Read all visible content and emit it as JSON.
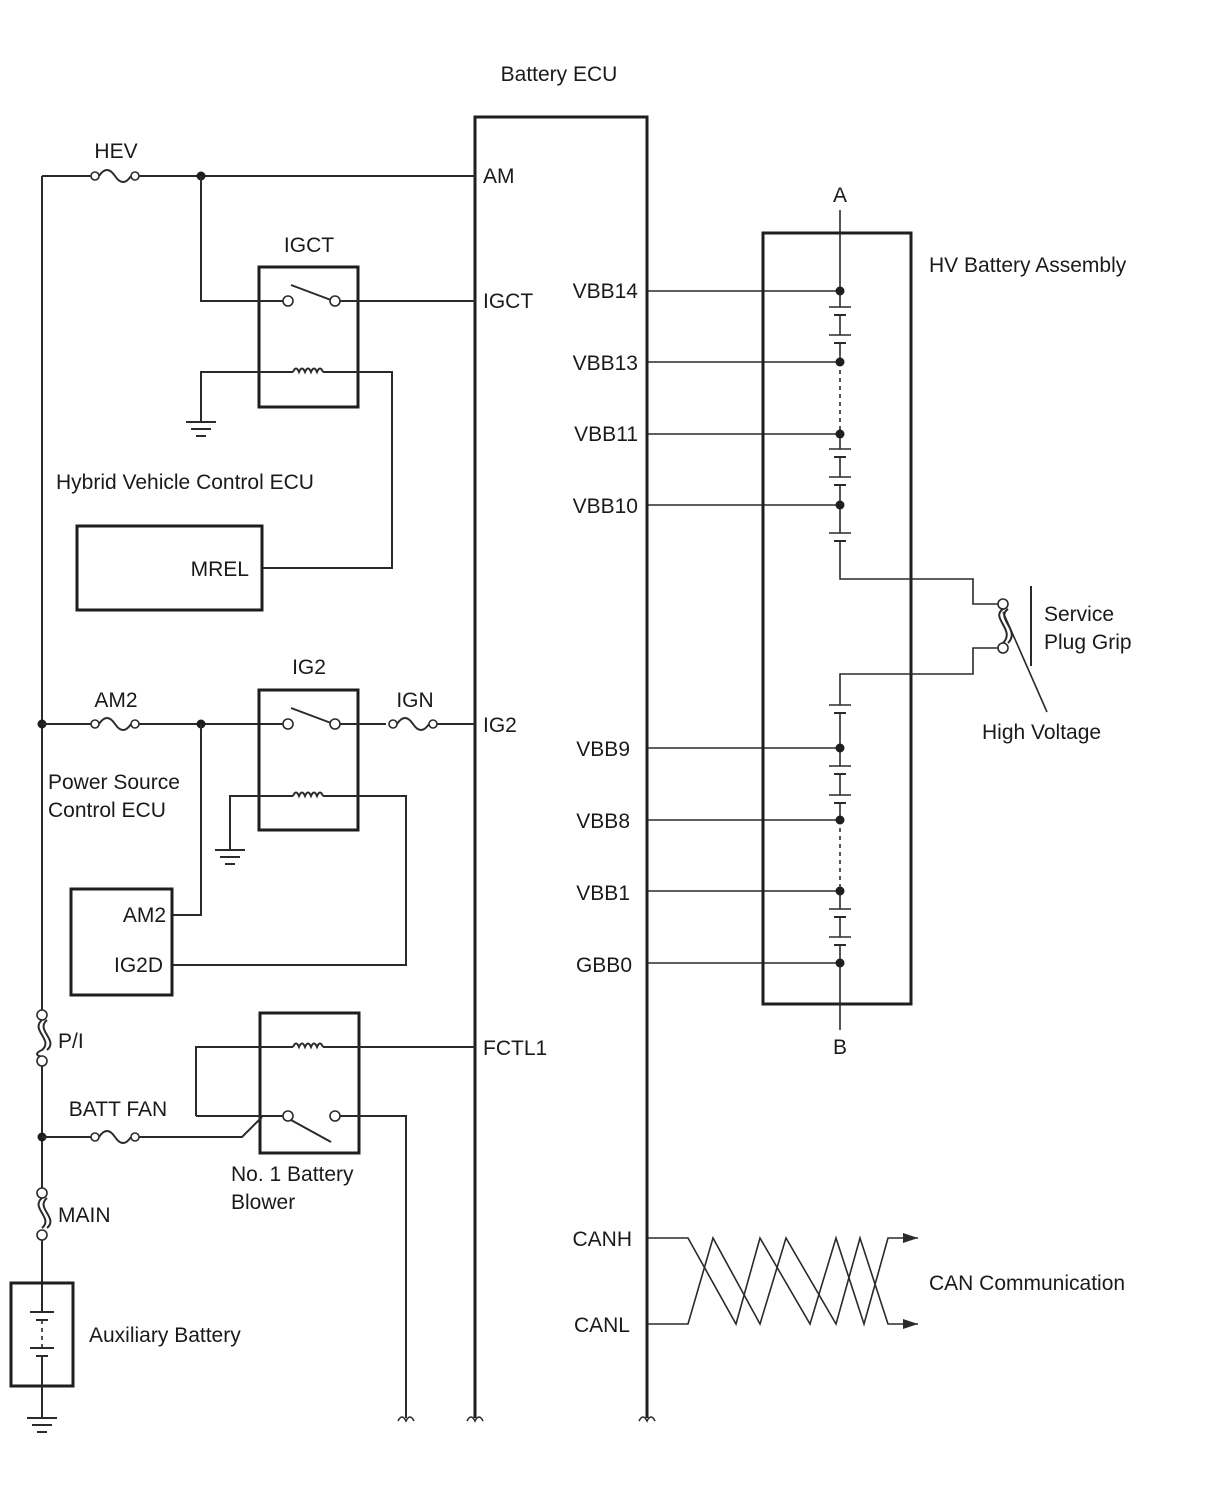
{
  "labels": {
    "battery_ecu": "Battery ECU",
    "hev": "HEV",
    "am": "AM",
    "igct_relay": "IGCT",
    "igct_pin": "IGCT",
    "hybrid_ecu": "Hybrid Vehicle Control ECU",
    "mrel": "MREL",
    "am2_fuse": "AM2",
    "ig2_relay": "IG2",
    "ign": "IGN",
    "ig2_pin": "IG2",
    "power_ecu_line1": "Power Source",
    "power_ecu_line2": "Control ECU",
    "am2_pin": "AM2",
    "ig2d_pin": "IG2D",
    "pi": "P/I",
    "fctl1": "FCTL1",
    "batt_fan": "BATT FAN",
    "blower_line1": "No. 1 Battery",
    "blower_line2": "Blower",
    "main": "MAIN",
    "aux_battery": "Auxiliary Battery",
    "vbb14": "VBB14",
    "vbb13": "VBB13",
    "vbb11": "VBB11",
    "vbb10": "VBB10",
    "vbb9": "VBB9",
    "vbb8": "VBB8",
    "vbb1": "VBB1",
    "gbb0": "GBB0",
    "hv_battery": "HV Battery Assembly",
    "point_a": "A",
    "point_b": "B",
    "service_line1": "Service",
    "service_line2": "Plug Grip",
    "high_voltage": "High Voltage",
    "canh": "CANH",
    "canl": "CANL",
    "can_comm": "CAN Communication"
  }
}
